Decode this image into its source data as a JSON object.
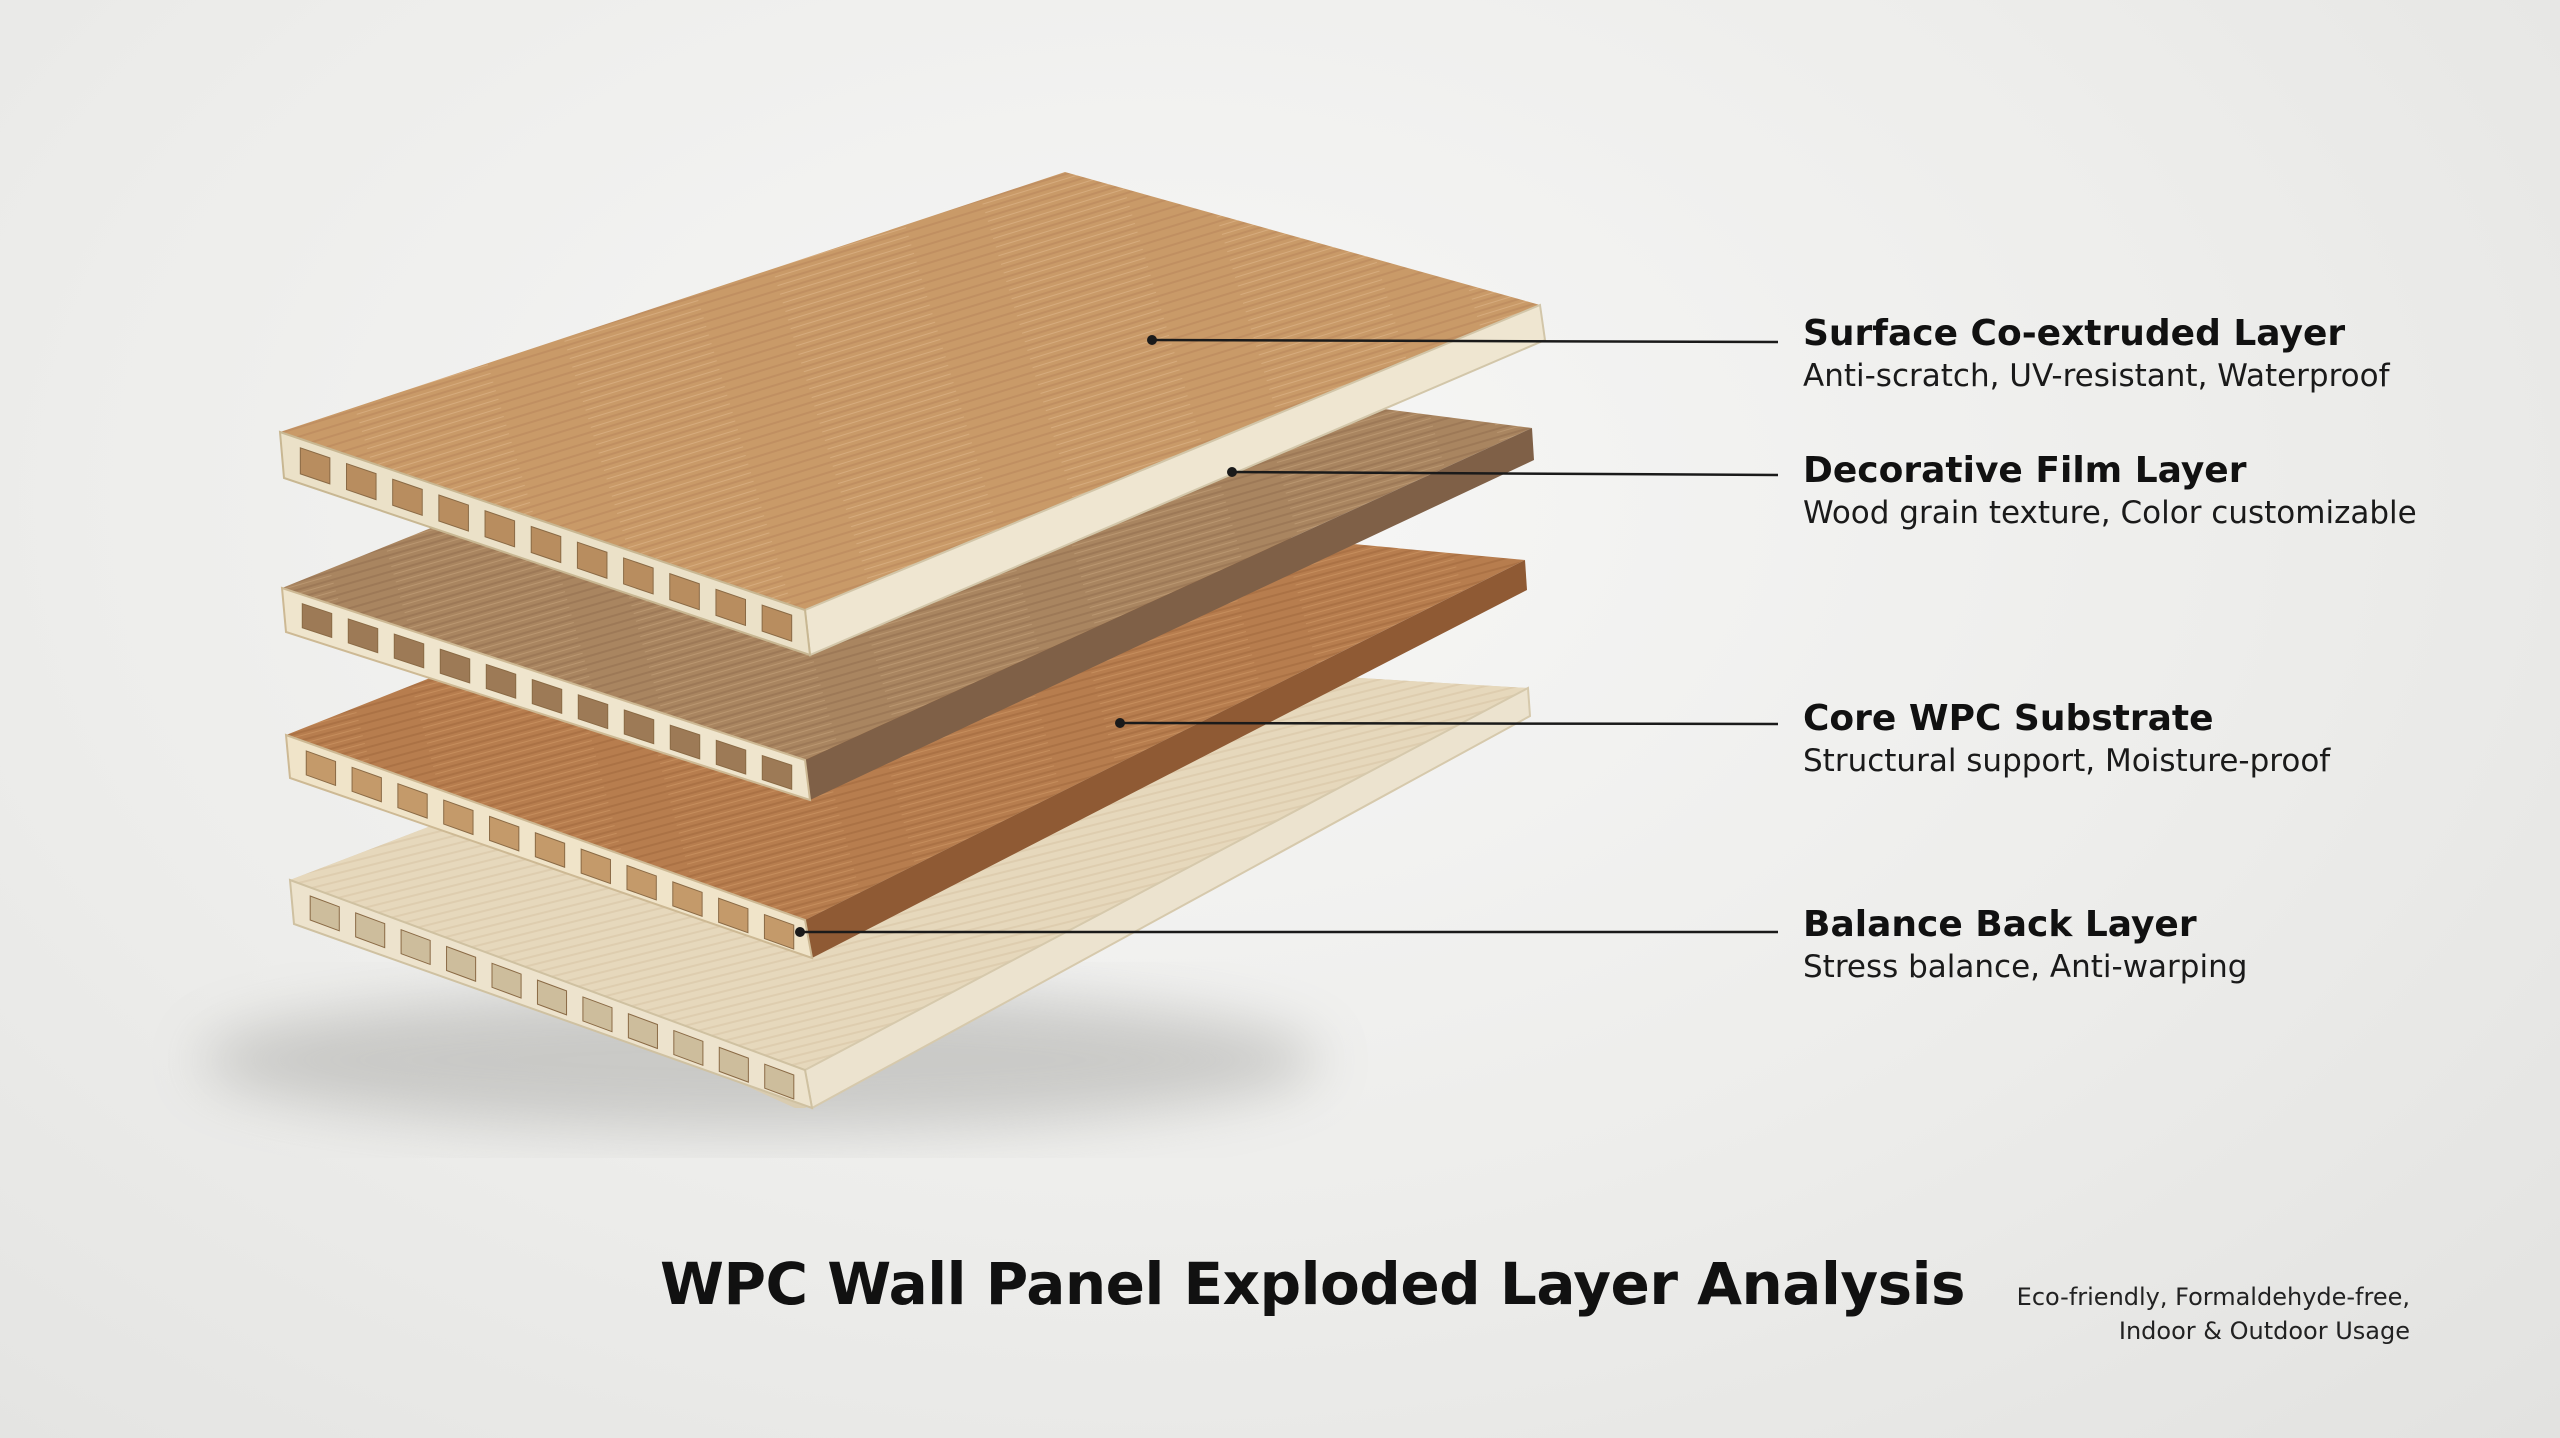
{
  "layers": [
    {
      "name": "Surface Co-extruded Layer",
      "description": "Anti-scratch, UV-resistant, Waterproof"
    },
    {
      "name": "Decorative Film Layer",
      "description": "Wood grain texture, Color customizable"
    },
    {
      "name": "Core WPC Substrate",
      "description": "Structural support, Moisture-proof"
    },
    {
      "name": "Balance Back Layer",
      "description": "Stress balance, Anti-warping"
    }
  ],
  "title": "WPC Wall Panel Exploded Layer Analysis",
  "footnote": {
    "line1": "Eco-friendly, Formaldehyde-free,",
    "line2": "Indoor & Outdoor Usage"
  },
  "colors": {
    "leader_line": "#1a1a1a",
    "top_wood": "#c99a68",
    "film_wood": "#a98560",
    "core_wood": "#b77d4e",
    "back_cream": "#e8dcc2",
    "edge_cream": "#ece3cf"
  }
}
